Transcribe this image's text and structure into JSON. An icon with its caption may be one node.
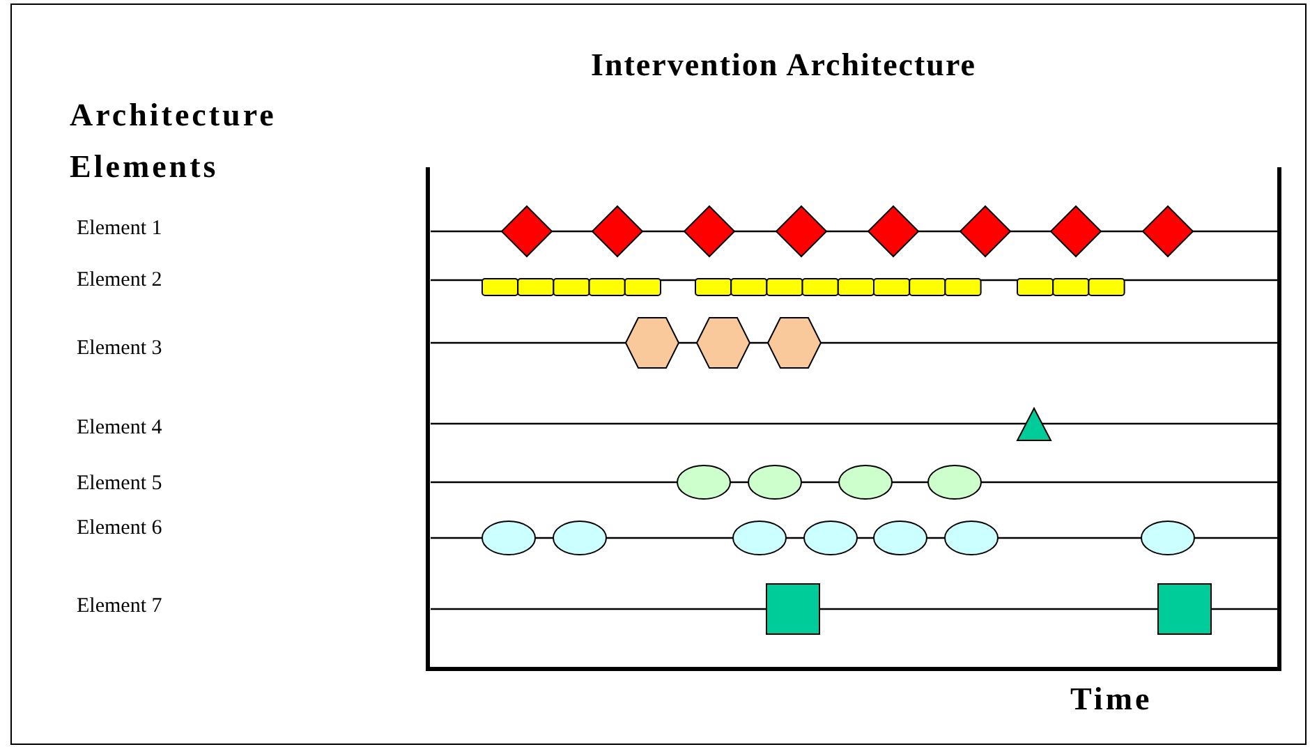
{
  "diagram": {
    "title": "Intervention Architecture",
    "labels": [
      "Architecture Elements",
      "Element 1",
      "Element 2",
      "Element 3",
      "Element 4",
      "Element 5",
      "Element 6",
      "Element 7",
      "Time"
    ]
  }
}
